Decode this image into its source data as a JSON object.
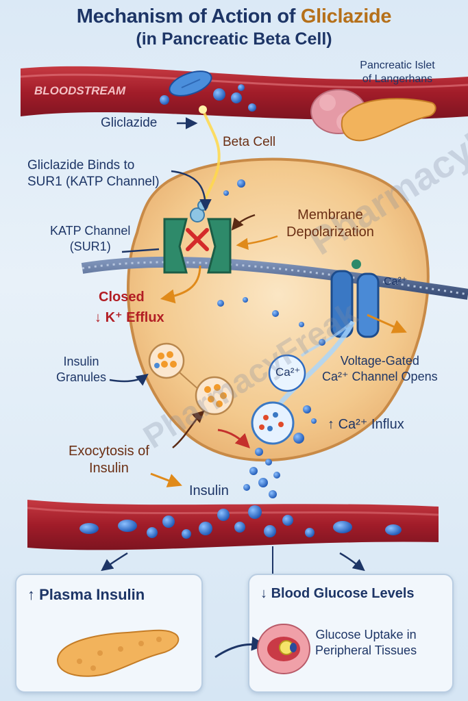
{
  "title": {
    "prefix": "Mechanism of Action of ",
    "drug": "Gliclazide",
    "subtitle": "(in Pancreatic Beta Cell)"
  },
  "labels": {
    "bloodstream": "BLOODSTREAM",
    "islet_line1": "Pancreatic Islet",
    "islet_line2": "of Langerhans",
    "gliclazide": "Gliclazide",
    "beta_cell": "Beta Cell",
    "binds_line1": "Gliclazide Binds to",
    "binds_line2": "SUR1 (KATP Channel)",
    "katp_line1": "KATP Channel",
    "katp_line2": "(SUR1)",
    "membrane_line1": "Membrane",
    "membrane_line2": "Depolarization",
    "ca_top": "Ca²⁺",
    "closed": "Closed",
    "k_efflux": "K⁺ Efflux",
    "granules_line1": "Insulin",
    "granules_line2": "Granules",
    "ca_bubble": "Ca²⁺",
    "vgcc_line1": "Voltage-Gated",
    "vgcc_line2": "Ca²⁺ Channel Opens",
    "ca_influx": "Ca²⁺ Influx",
    "exo_line1": "Exocytosis of",
    "exo_line2": "Insulin",
    "insulin": "Insulin"
  },
  "boxes": {
    "plasma_insulin": "Plasma Insulin",
    "blood_glucose": "Blood Glucose Levels",
    "uptake_line1": "Glucose Uptake in",
    "uptake_line2": "Peripheral Tissues"
  },
  "watermark": {
    "line1": "PharmacyFreak",
    "line2": "PharmacyFreak"
  },
  "colors": {
    "title": "#1d3566",
    "drug": "#b5701a",
    "vessel": "#a8202c",
    "cell": "#f3c98d",
    "katp_channel": "#2e8a6a",
    "ca_channel": "#3a78c4",
    "insulin_dot": "#2a6ccc",
    "closed_red": "#b21d24"
  },
  "icons": {
    "up": "up-arrow-icon",
    "down": "down-arrow-icon",
    "block": "x-block-icon"
  }
}
